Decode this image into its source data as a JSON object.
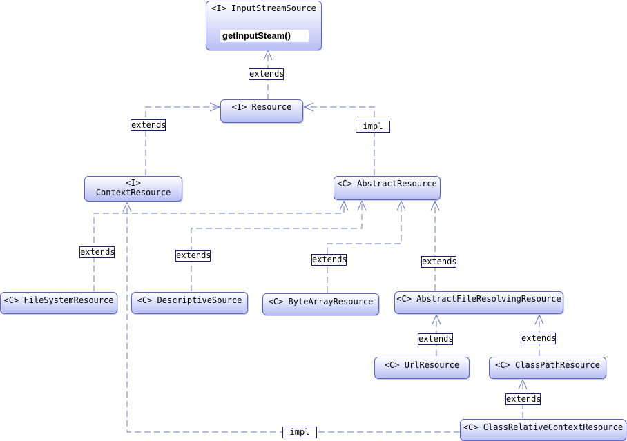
{
  "nodes": {
    "input_stream_source": {
      "title": "<I> InputStreamSource",
      "method": "getInputSteam()"
    },
    "resource": {
      "title": "<I> Resource"
    },
    "context_resource": {
      "title_line1": "<I>",
      "title_line2": "ContextResource"
    },
    "abstract_resource": {
      "title": "<C> AbstractResource"
    },
    "file_system_resource": {
      "title": "<C> FileSystemResource"
    },
    "descriptive_source": {
      "title": "<C> DescriptiveSource"
    },
    "byte_array_resource": {
      "title": "<C> ByteArrayResource"
    },
    "abstract_file_resolving_resource": {
      "title": "<C> AbstractFileResolvingResource"
    },
    "url_resource": {
      "title": "<C> UrlResource"
    },
    "class_path_resource": {
      "title": "<C> ClassPathResource"
    },
    "class_relative_context_resource": {
      "title": "<C> ClassRelativeContextResource"
    }
  },
  "edge_labels": {
    "resource_to_input_stream_source": "extends",
    "context_resource_to_resource": "extends",
    "abstract_resource_to_resource": "impl",
    "file_system_resource_to_context_resource": "extends",
    "descriptive_source_to_abstract_resource": "extends",
    "byte_array_resource_to_abstract_resource": "extends",
    "abstract_file_resolving_to_abstract_resource": "extends",
    "url_resource_to_abstract_file_resolving": "extends",
    "class_path_resource_to_abstract_file_resolving": "extends",
    "class_relative_to_class_path_resource": "extends",
    "class_relative_to_context_resource": "impl"
  },
  "colors": {
    "line": "#6e78d2",
    "border": "#5a64c8",
    "node_fill_top": "#ffffff",
    "node_fill_bottom": "#b8bff2"
  }
}
